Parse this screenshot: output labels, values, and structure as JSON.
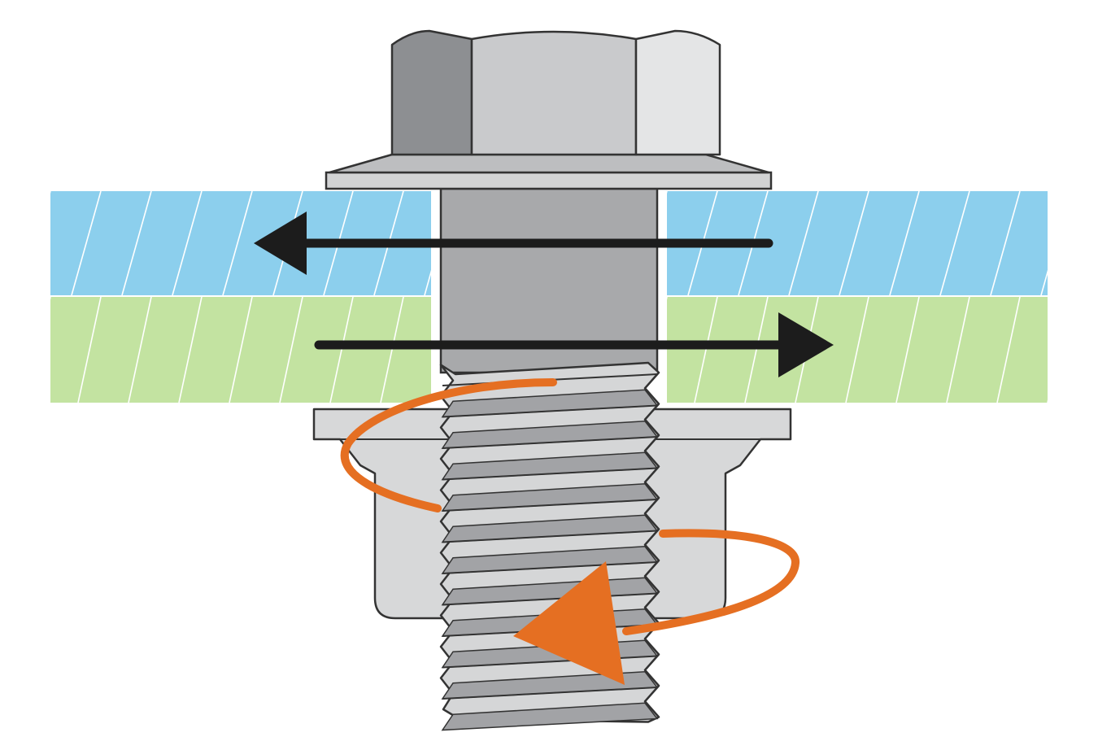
{
  "diagram": {
    "labels": [],
    "components": {
      "bolt_head": "hex-flange-bolt-head",
      "upper_plate": "blue-hatched-plate",
      "lower_plate": "green-hatched-plate",
      "bolt_shank": "bolt-shank",
      "threaded_section": "external-thread",
      "nut": "flange-nut",
      "upper_arrow": "left-arrow",
      "lower_arrow": "right-arrow",
      "rotation_arrow": "counterclockwise-rotation-arrow"
    },
    "colors": {
      "upper_plate": "#8ccfed",
      "lower_plate": "#c3e3a1",
      "hatch": "#ffffff",
      "metal_dark": "#8d8f92",
      "metal_mid": "#c9cacc",
      "metal_light": "#e4e5e6",
      "shank": "#a8a9ab",
      "nut": "#d7d8d9",
      "outline": "#333333",
      "force_arrow": "#1c1c1c",
      "rotation_arrow": "#e56f22"
    }
  }
}
